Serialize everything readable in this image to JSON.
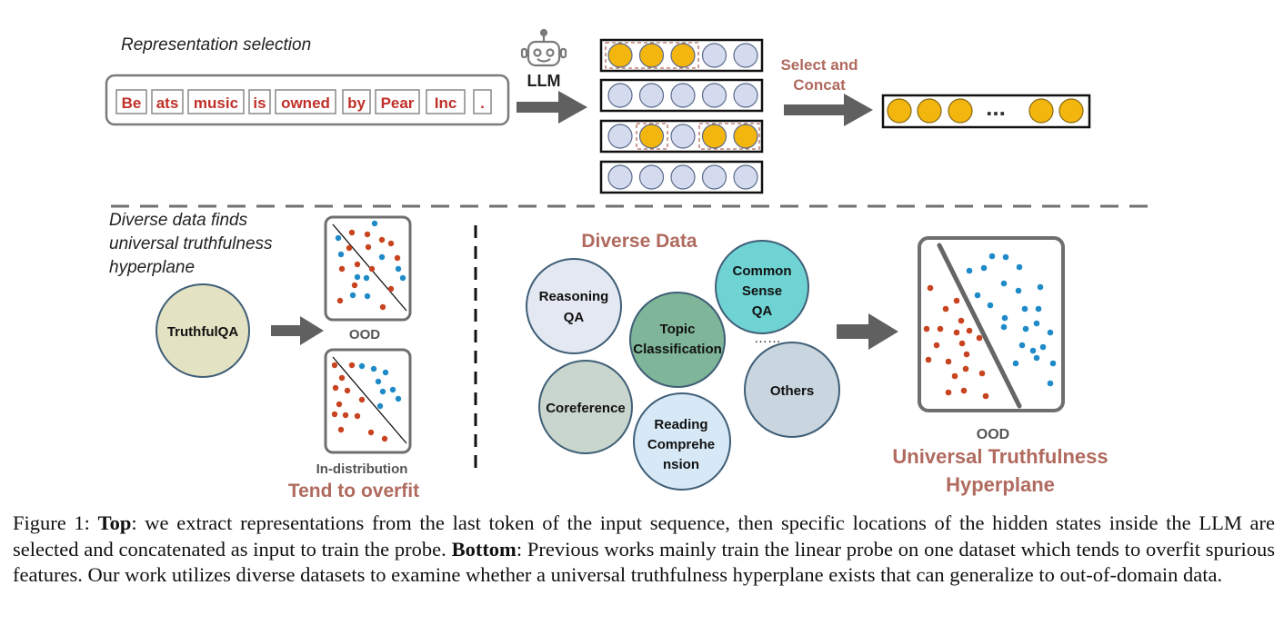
{
  "top": {
    "title": "Representation selection",
    "tokens": [
      "Be",
      "ats",
      "music",
      "is",
      "owned",
      "by",
      "Pear",
      "Inc",
      "."
    ],
    "llm_label": "LLM",
    "select_line1": "Select and",
    "select_line2": "Concat",
    "ellipsis": "..."
  },
  "bottom_left": {
    "line1": "Diverse data finds",
    "line2": "universal truthfulness",
    "line3": "hyperplane",
    "dataset": "TruthfulQA",
    "ood_label": "OOD",
    "indist_label": "In-distribution",
    "overfit_label": "Tend to overfit"
  },
  "bottom_right": {
    "title": "Diverse Data",
    "reasoning": [
      "Reasoning",
      "QA"
    ],
    "topic": [
      "Topic",
      "Classification"
    ],
    "common": [
      "Common",
      "Sense",
      "QA"
    ],
    "coreference": "Coreference",
    "reading": [
      "Reading",
      "Comprehe",
      "nsion"
    ],
    "others": "Others",
    "dots": "……",
    "ood_label": "OOD",
    "universal1": "Universal Truthfulness",
    "universal2": "Hyperplane"
  },
  "caption": {
    "prefix": "Figure 1: ",
    "top_bold": "Top",
    "top_text": ": we extract representations from the last token of the input sequence, then specific locations of the hidden states inside the LLM are selected and concatenated as input to train the probe. ",
    "bottom_bold": "Bottom",
    "bottom_text": ": Previous works mainly train the linear probe on one dataset which tends to overfit spurious features. Our work utilizes diverse datasets to examine whether a universal truthfulness hyperplane exists that can generalize to out-of-domain data."
  },
  "colors": {
    "accent": "#b06a5e",
    "token_red": "#c0302a",
    "selected": "#f2b60f",
    "unselected": "#d5dbef",
    "red_dot": "#c8431f",
    "blue_dot": "#1f8ac8",
    "arrow": "#606060",
    "frame": "#6f6f6f"
  }
}
